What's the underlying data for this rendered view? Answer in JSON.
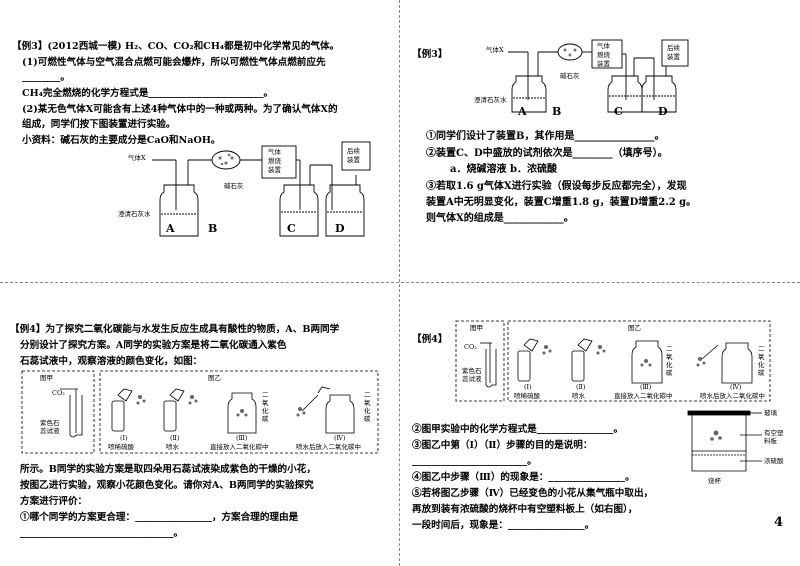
{
  "p1": {
    "l1": "【例3】(2012西城一模) H₂、CO、CO₂和CH₄都是初中化学常见的气体。",
    "l2": "(1)可燃性气体与空气混合点燃可能会爆炸，所以可燃性气体点燃前应先",
    "l3": "________。",
    "l4": "CH₄完全燃烧的化学方程式是________________________。",
    "l5": "(2)某无色气体X可能含有上述4种气体中的一种或两种。为了确认气体X的",
    "l6": "组成，同学们按下图装置进行实验。",
    "l7": "小资料：碱石灰的主要成分是CaO和NaOH。",
    "gas": "气体X",
    "combust1": "气体",
    "combust2": "燃烧",
    "combust3": "装置",
    "follow1": "后续",
    "follow2": "装置",
    "lime": "碱石灰",
    "limewater": "澄清石灰水",
    "A": "A",
    "B": "B",
    "C": "C",
    "D": "D"
  },
  "p2": {
    "title": "【例3】",
    "gas": "气体X",
    "combust1": "气体",
    "combust2": "燃烧",
    "combust3": "装置",
    "follow1": "后续",
    "follow2": "装置",
    "lime": "碱石灰",
    "limewater": "澄清石灰水",
    "A": "A",
    "B": "B",
    "C": "C",
    "D": "D",
    "q1": "①同学们设计了装置B，其作用是________________。",
    "q2": "②装置C、D中盛放的试剂依次是________（填序号）。",
    "q2opts": "a．烧碱溶液     b．浓硫酸",
    "q3a": "③若取1.6 g气体X进行实验（假设每步反应都完全），发现",
    "q3b": "装置A中无明显变化，装置C增重1.8 g，装置D增重2.2 g。",
    "q3c": "则气体X的组成是____________。"
  },
  "p3": {
    "l1": "【例4】为了探究二氧化碳能与水发生反应生成具有酸性的物质，A、B两同学",
    "l2": "分别设计了探究方案。A同学的实验方案是将二氧化碳通入紫色",
    "l3": "石蕊试液中，观察溶液的颜色变化，如图：",
    "figA": "图甲",
    "figB": "图乙",
    "co2": "CO₂",
    "litmus1": "紫色石",
    "litmus2": "蕊试液",
    "co2v": "二氧化碳",
    "s1": "(Ⅰ)",
    "s2": "(Ⅱ)",
    "s3": "(Ⅲ)",
    "s4": "(Ⅳ)",
    "c1": "喷稀硫酸",
    "c2": "喷水",
    "c3": "直接放入二氧化碳中",
    "c4": "喷水后放入二氧化碳中",
    "l4": "所示。B同学的实验方案是取四朵用石蕊试液染成紫色的干燥的小花，",
    "l5": "按图乙进行实验，观察小花颜色变化。请你对A、B两同学的实验探究",
    "l6": "方案进行评价：",
    "l7": "①哪个同学的方案更合理：________________，方案合理的理由是",
    "l8": "________________________________。"
  },
  "p4": {
    "title": "【例4】",
    "figA": "图甲",
    "figB": "图乙",
    "co2": "CO₂",
    "litmus1": "紫色石",
    "litmus2": "蕊试液",
    "co2v": "二氧化碳",
    "s1": "(Ⅰ)",
    "s2": "(Ⅱ)",
    "s3": "(Ⅲ)",
    "s4": "(Ⅳ)",
    "c1": "喷稀硫酸",
    "c2": "喷水",
    "c3": "直接放入二氧化碳中",
    "c4": "喷水后放入二氧化碳中",
    "glass": "玻璃",
    "plastic1": "有空塑",
    "plastic2": "料板",
    "h2so4": "浓硫酸",
    "beaker": "烧杯",
    "q2": "②图甲实验中的化学方程式是________________。",
    "q3": "③图乙中第（Ⅰ）（Ⅱ）步骤的目的是说明：",
    "q3b": "________________________。",
    "q4": "④图乙中步骤（Ⅲ）的现象是：________________。",
    "q5a": "⑤若将图乙步骤（Ⅳ）已经变色的小花从集气瓶中取出，",
    "q5b": "再放到装有浓硫酸的烧杯中有空塑料板上（如右图），",
    "q5c": "一段时间后，现象是：________________。",
    "page": "4"
  }
}
